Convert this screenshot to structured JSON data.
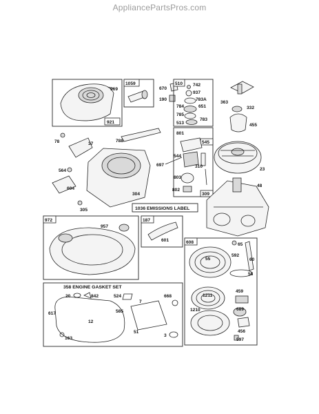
{
  "site": {
    "name": "AppliancePartsPros.com"
  },
  "kits": {
    "k921": "921",
    "k1059": "1059",
    "k510": "510",
    "k545": "545",
    "k309": "309",
    "k972": "972",
    "k187": "187",
    "k608": "608"
  },
  "labels": {
    "l969": "969",
    "l670": "670",
    "l190": "190",
    "l742": "742",
    "l937": "937",
    "l783a": "783A",
    "l784": "784",
    "l651": "651",
    "l785": "785",
    "l513": "513",
    "l783": "783",
    "l363": "363",
    "l332": "332",
    "l455": "455",
    "l78": "78",
    "l37": "37",
    "l788": "788",
    "l801": "801",
    "l544": "544",
    "l310": "310",
    "l697": "697",
    "l803": "803",
    "l802": "802",
    "l23": "23",
    "l48": "48",
    "l564": "564",
    "l304": "304",
    "l604": "604",
    "l305": "305",
    "l957": "957",
    "l601": "601",
    "l65": "65",
    "l592": "592",
    "l55": "55",
    "l60": "60",
    "l58": "58",
    "l1211": "1211",
    "l459": "459",
    "l1210": "1210",
    "l689": "689",
    "l456": "456",
    "l597": "597",
    "l20": "20",
    "l842": "842",
    "l524": "524",
    "l7": "7",
    "l668": "668",
    "l617": "617",
    "l585": "585",
    "l12": "12",
    "l51": "51",
    "l163": "163",
    "l3": "3"
  },
  "section_titles": {
    "emissions_label": "1036 EMISSIONS LABEL",
    "gasket_set": "358 ENGINE GASKET SET"
  }
}
